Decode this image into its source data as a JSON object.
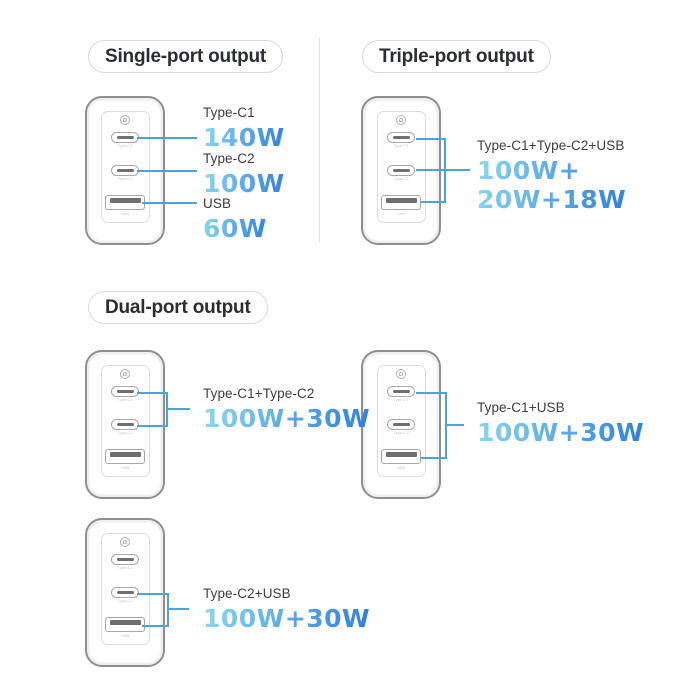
{
  "sections": {
    "single": {
      "title": "Single-port output",
      "items": [
        {
          "label": "Type-C1",
          "value": "140W"
        },
        {
          "label": "Type-C2",
          "value": "100W"
        },
        {
          "label": "USB",
          "value": "60W"
        }
      ]
    },
    "triple": {
      "title": "Triple-port output",
      "combo": {
        "label": "Type-C1+Type-C2+USB",
        "value_line1": "100W+",
        "value_line2": "20W+18W"
      }
    },
    "dual": {
      "title": "Dual-port output",
      "combos": [
        {
          "label": "Type-C1+Type-C2",
          "value": "100W+30W"
        },
        {
          "label": "Type-C1+USB",
          "value": "100W+30W"
        },
        {
          "label": "Type-C2+USB",
          "value": "100W+30W"
        }
      ]
    }
  },
  "charger": {
    "port_labels": {
      "c1": "Type-C1",
      "c2": "Type-C2",
      "usb": "USB"
    },
    "logo_icon": "brand-logo-icon"
  },
  "colors": {
    "accent_line": "#4AA4DC",
    "gradient_start": "#8AD8F2",
    "gradient_end": "#2E7EE2",
    "heading_text": "#2A2D33"
  }
}
